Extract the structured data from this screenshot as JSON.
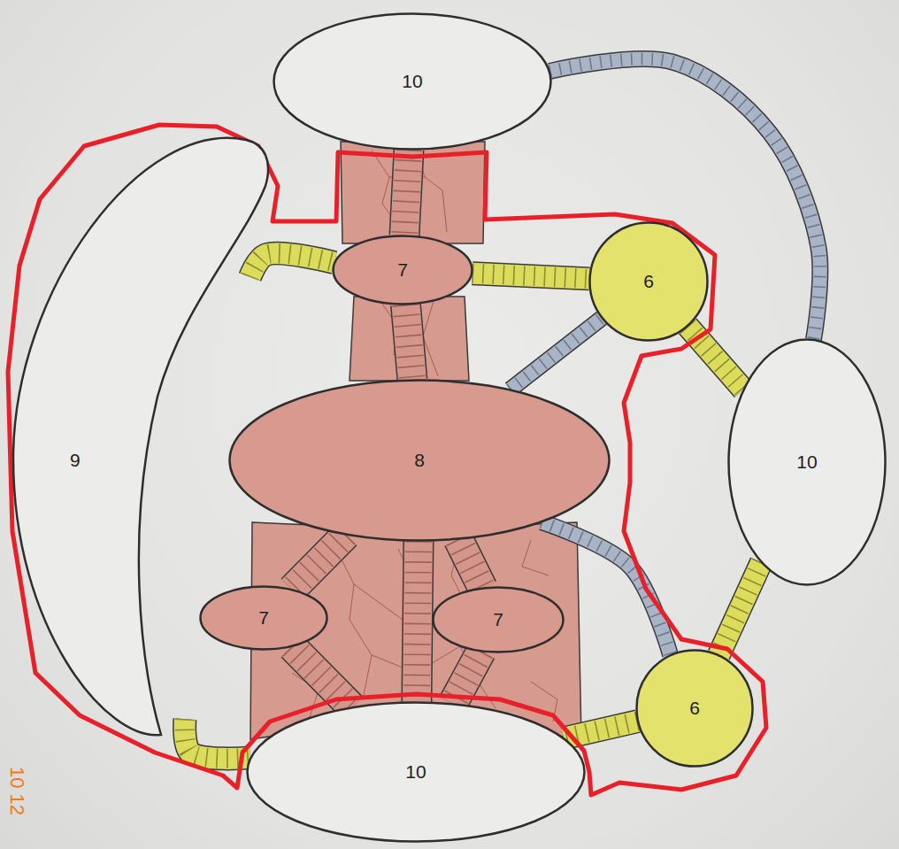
{
  "diagram": {
    "nodes": [
      {
        "text": [
          "10"
        ]
      },
      {
        "text": [
          "9"
        ]
      },
      {
        "text": [
          "7"
        ]
      },
      {
        "text": [
          "6"
        ]
      },
      {
        "text": [
          "8"
        ]
      },
      {
        "text": [
          "10"
        ]
      },
      {
        "text": [
          "7"
        ]
      },
      {
        "text": [
          "7"
        ]
      },
      {
        "text": [
          "6"
        ]
      },
      {
        "text": [
          "10"
        ]
      }
    ],
    "edges": [
      {
        "from": 0,
        "to": 2,
        "arrow": "none"
      },
      {
        "from": 0,
        "to": 5,
        "arrow": "none"
      },
      {
        "from": 1,
        "to": 2,
        "arrow": "none"
      },
      {
        "from": 2,
        "to": 3,
        "arrow": "none"
      },
      {
        "from": 2,
        "to": 4,
        "arrow": "none"
      },
      {
        "from": 3,
        "to": 5,
        "arrow": "none"
      },
      {
        "from": 4,
        "to": 3,
        "arrow": "none"
      },
      {
        "from": 4,
        "to": 8,
        "arrow": "none"
      },
      {
        "from": 5,
        "to": 8,
        "arrow": "none"
      },
      {
        "from": 8,
        "to": 9,
        "arrow": "none"
      },
      {
        "from": 1,
        "to": 9,
        "arrow": "none"
      },
      {
        "from": 4,
        "to": 6,
        "arrow": "none"
      },
      {
        "from": 4,
        "to": 7,
        "arrow": "none"
      },
      {
        "from": 6,
        "to": 9,
        "arrow": "none"
      },
      {
        "from": 7,
        "to": 9,
        "arrow": "none"
      },
      {
        "from": 4,
        "to": 9,
        "arrow": "none"
      }
    ],
    "labels": [
      "10 12"
    ]
  }
}
